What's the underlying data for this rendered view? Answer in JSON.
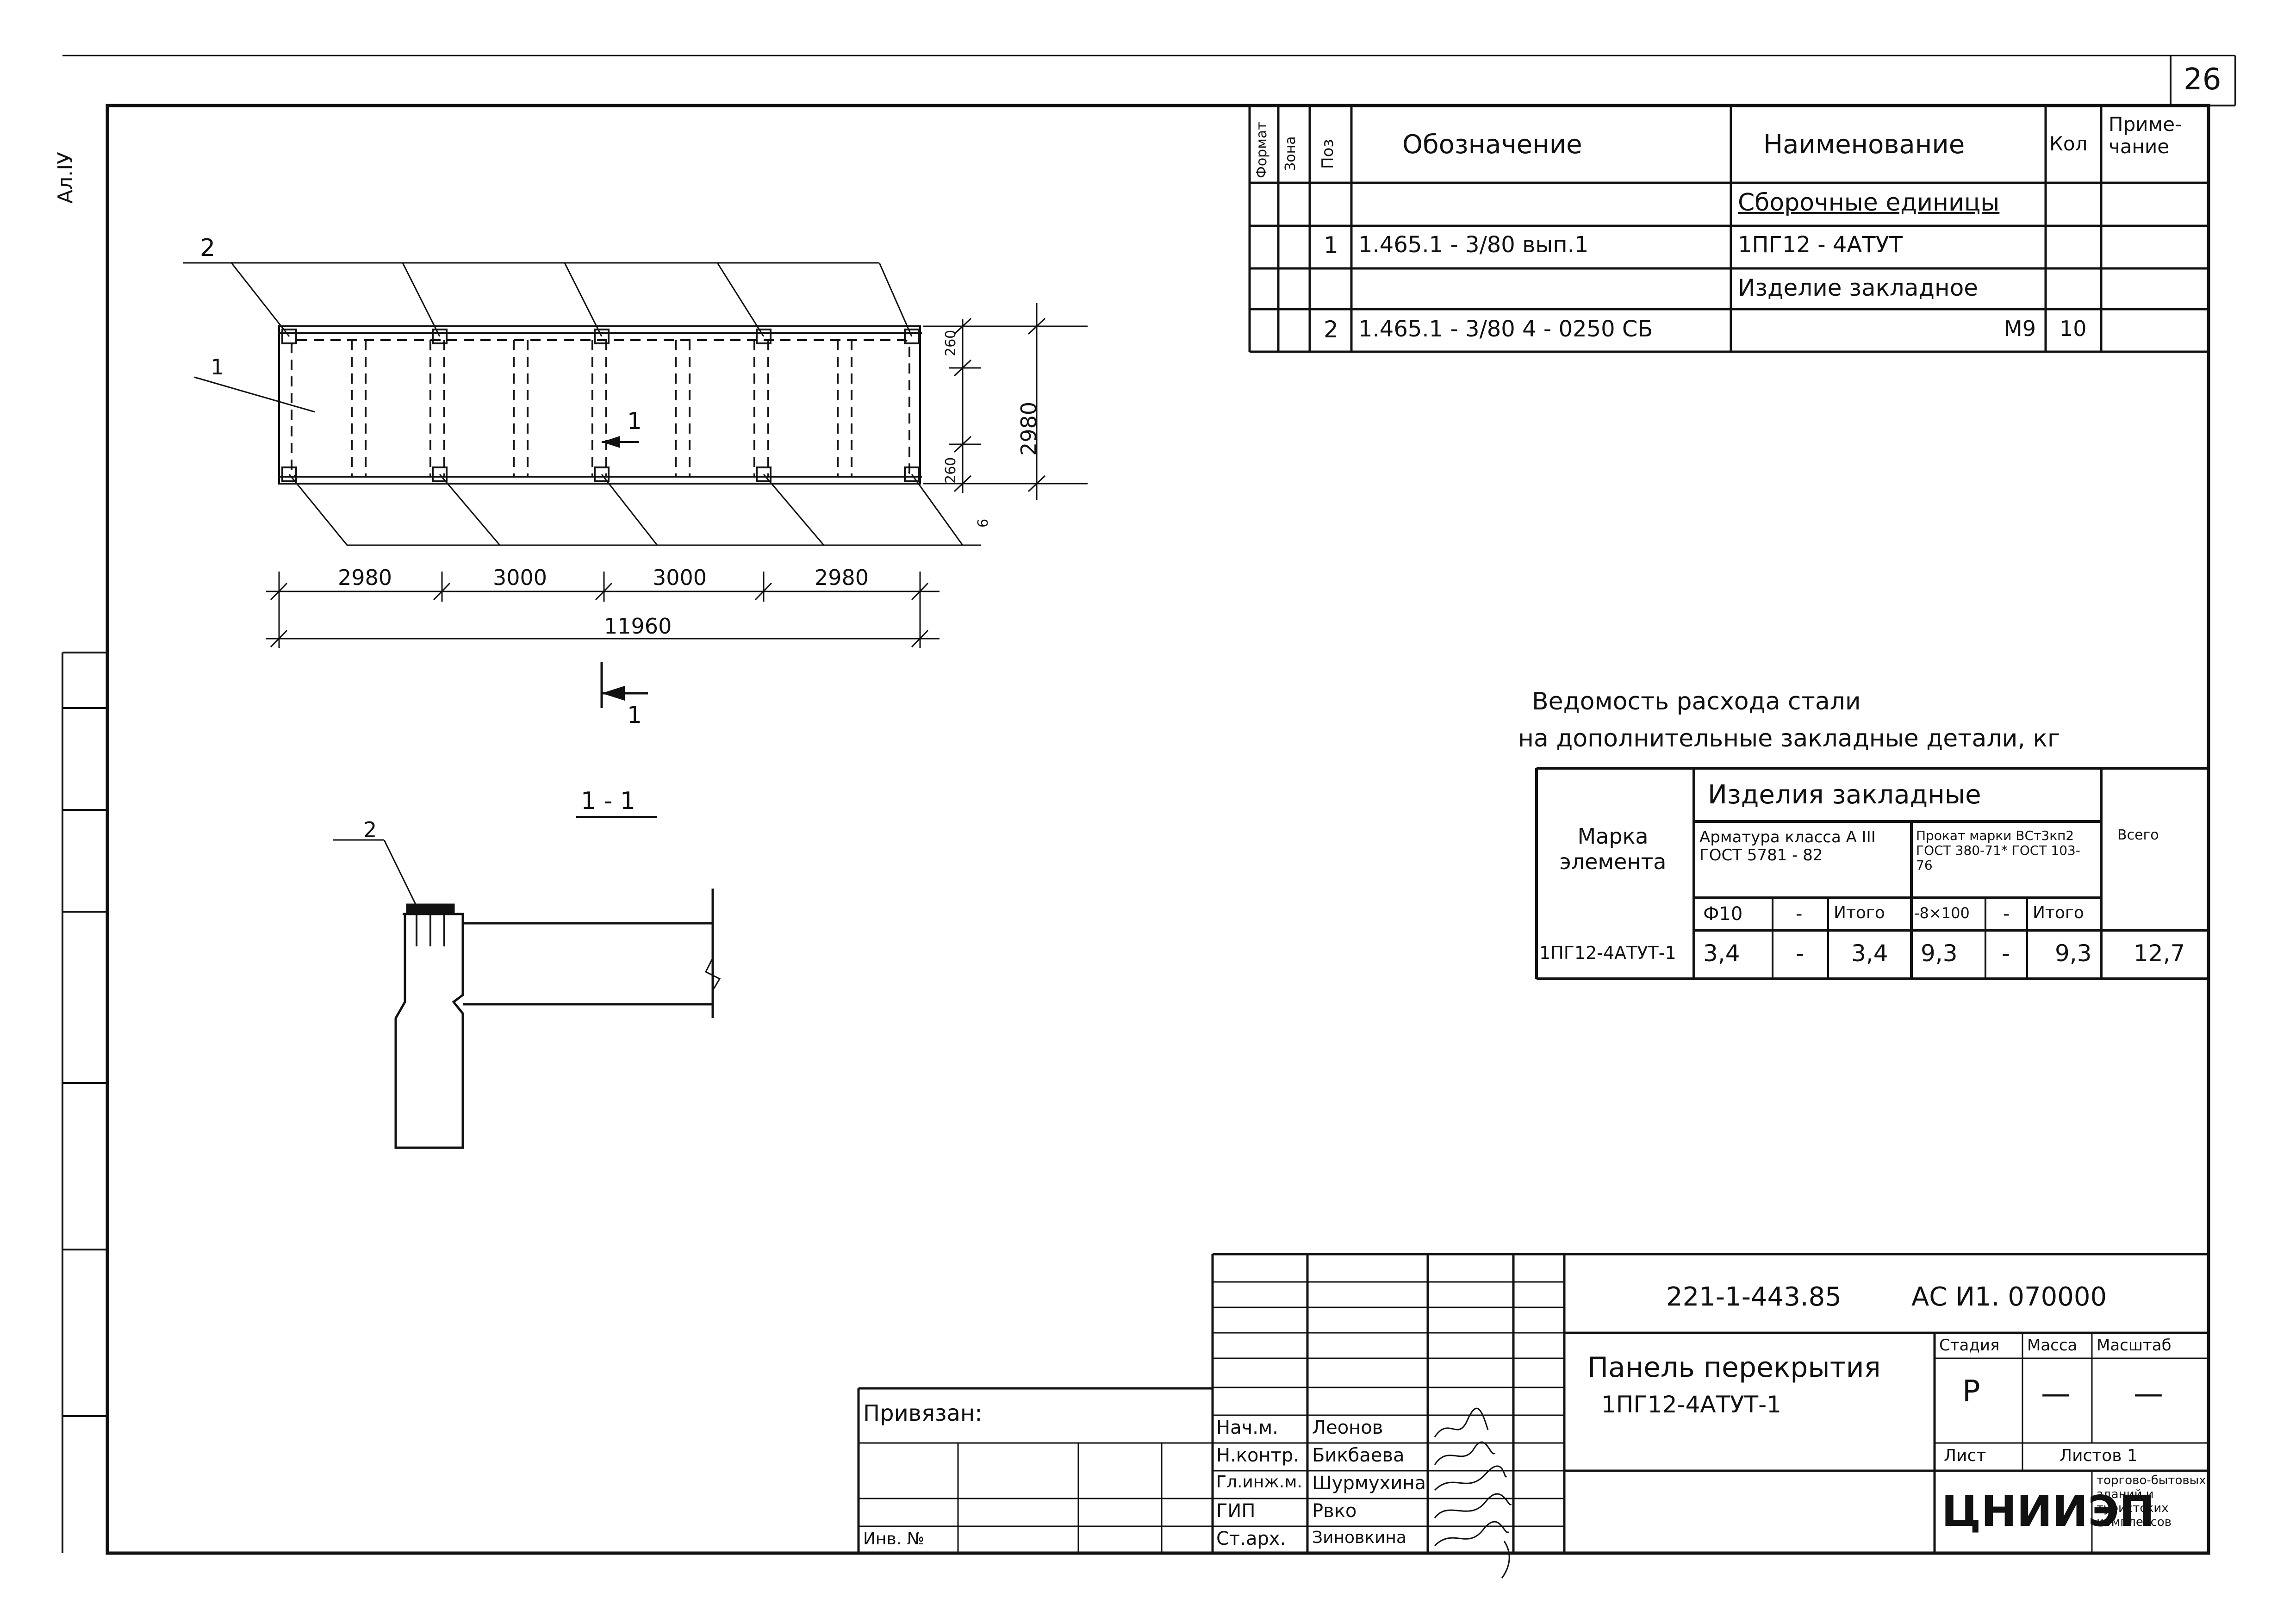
{
  "sheet": {
    "number": "26",
    "side_label": "Ал.IУ"
  },
  "spec_table": {
    "headers": {
      "format": "Формат",
      "zone": "Зона",
      "pos": "Поз",
      "designation": "Обозначение",
      "name": "Наименование",
      "qty": "Кол",
      "note": "Приме-чание"
    },
    "rows": [
      {
        "pos": "",
        "designation": "",
        "name": "Сборочные единицы",
        "qty": "",
        "note": ""
      },
      {
        "pos": "1",
        "designation": "1.465.1 - 3/80  вып.1",
        "name": "1ПГ12 - 4АТУТ",
        "qty": "",
        "note": ""
      },
      {
        "pos": "",
        "designation": "",
        "name": "Изделие закладное",
        "qty": "",
        "note": ""
      },
      {
        "pos": "2",
        "designation": "1.465.1 - 3/80  4 - 0250 СБ",
        "name": "М9",
        "qty": "10",
        "note": ""
      }
    ]
  },
  "plan_drawing": {
    "label_pos_2": "2",
    "label_pos_1": "1",
    "dimensions_bottom": [
      "2980",
      "3000",
      "3000",
      "2980"
    ],
    "total_length": "11960",
    "height_total": "2980",
    "edge_dim_top": "260",
    "edge_dim_bottom": "260",
    "rib_label": "6",
    "section_mark": "1"
  },
  "section_drawing": {
    "title": "1 - 1",
    "label_pos": "2"
  },
  "steel_table": {
    "title_line1": "Ведомость расхода стали",
    "title_line2": "на дополнительные закладные детали, кг",
    "col_mark": "Марка элемента",
    "col_group": "Изделия закладные",
    "sub1": "Арматура класса А III ГОСТ 5781 - 82",
    "sub2": "Прокат марки ВСт3кп2 ГОСТ 380-71* ГОСТ 103-76",
    "col_total": "Всего",
    "cols": [
      "Ф10",
      "-",
      "Итого",
      "-8×100",
      "-",
      "Итого"
    ],
    "row": {
      "mark": "1ПГ12-4АТУТ-1",
      "values": [
        "3,4",
        "-",
        "3,4",
        "9,3",
        "-",
        "9,3",
        "12,7"
      ]
    }
  },
  "title_block": {
    "code": "221-1-443.85",
    "sheet_code": "АС И1. 070000",
    "doc_title_line1": "Панель перекрытия",
    "doc_title_line2": "1ПГ12-4АТУТ-1",
    "stage_label": "Стадия",
    "mass_label": "Масса",
    "scale_label": "Масштаб",
    "stage": "Р",
    "mass": "—",
    "scale": "—",
    "sheet_label": "Лист",
    "sheets_label": "Листов 1",
    "org": "ЦНИИЭП",
    "org_sub": "торгово-бытовых зданий и туристских комплексов",
    "bound_label": "Привязан:",
    "inv_label": "Инв. №",
    "roles": [
      {
        "role": "Нач.м.",
        "name": "Леонов"
      },
      {
        "role": "Н.контр.",
        "name": "Бикбаева"
      },
      {
        "role": "Гл.инж.м.",
        "name": "Шурмухина"
      },
      {
        "role": "ГИП",
        "name": "Рвко"
      },
      {
        "role": "Ст.арх.",
        "name": "Зиновкина"
      }
    ]
  }
}
